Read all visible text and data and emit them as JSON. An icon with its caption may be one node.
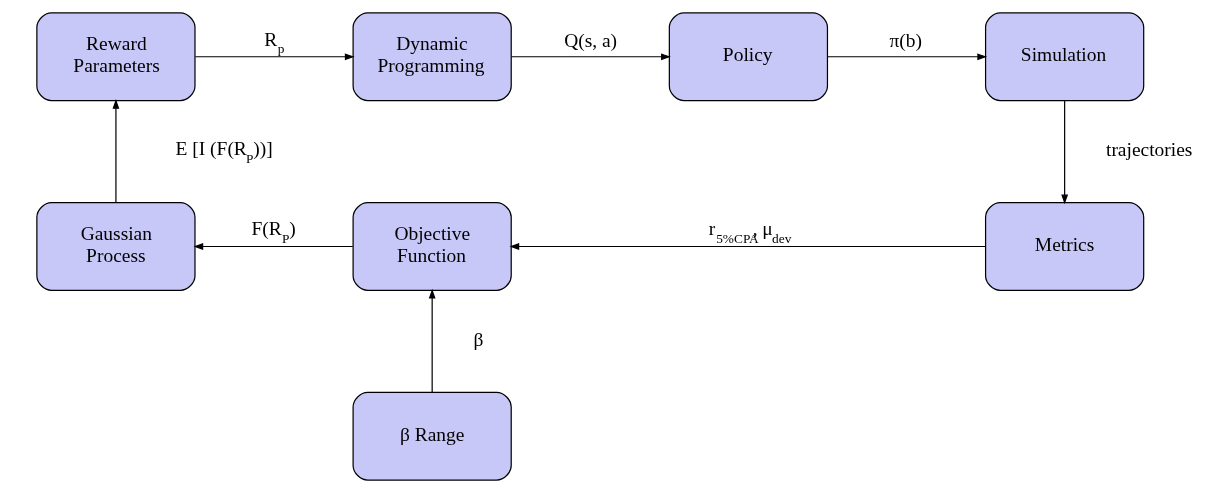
{
  "diagram": {
    "nodes": [
      {
        "text": [
          "Reward Parameters"
        ]
      },
      {
        "text": [
          "Dynamic Programming"
        ]
      },
      {
        "text": [
          "Policy"
        ]
      },
      {
        "text": [
          "Simulation"
        ]
      },
      {
        "text": [
          "Metrics"
        ]
      },
      {
        "text": [
          "Objective Function"
        ]
      },
      {
        "text": [
          "Gaussian Process"
        ]
      },
      {
        "text": [
          "β Range"
        ]
      }
    ],
    "edges": [
      {
        "from": 0,
        "to": 1,
        "arrow": "to",
        "label": "R$_{p}$"
      },
      {
        "from": 1,
        "to": 2,
        "arrow": "to",
        "label": "Q(s, a)"
      },
      {
        "from": 2,
        "to": 3,
        "arrow": "to",
        "label": "π(b)"
      },
      {
        "from": 3,
        "to": 4,
        "arrow": "to",
        "label": "trajectories"
      },
      {
        "from": 4,
        "to": 5,
        "arrow": "to",
        "label": "r$_{5%CPA}$, μ$_{dev}$"
      },
      {
        "from": 5,
        "to": 6,
        "arrow": "to",
        "label": "F(R$_{P}$)"
      },
      {
        "from": 6,
        "to": 0,
        "arrow": "to",
        "label": "E [I (F(R$_{P}$))]"
      },
      {
        "from": 7,
        "to": 5,
        "arrow": "to",
        "label": "β"
      }
    ]
  }
}
